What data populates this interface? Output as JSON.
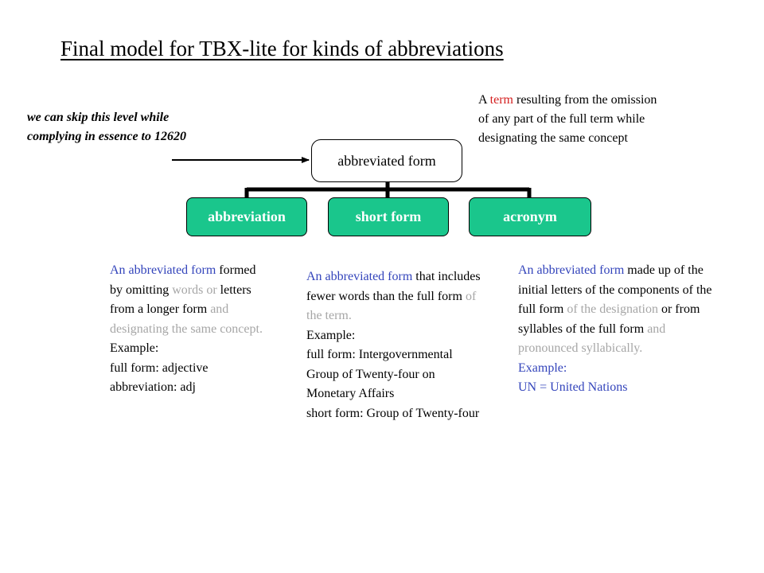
{
  "title": "Final model for TBX-lite for kinds of abbreviations",
  "side_note": "we can skip this level while complying in essence to 12620",
  "root_node": {
    "label": "abbreviated form"
  },
  "root_definition": {
    "before": "A ",
    "term": "term",
    "after": " resulting from the omission of any part of the full term while designating the same concept"
  },
  "child_nodes": [
    {
      "label": "abbreviation"
    },
    {
      "label": "short form"
    },
    {
      "label": "acronym"
    }
  ],
  "definitions": {
    "abbreviation": {
      "term": "An abbreviated form",
      "text_1": " formed by omitting ",
      "gray_1": "words or",
      "text_2": " letters from a longer form ",
      "gray_2": "and designating the same concept.",
      "example_label": "Example:",
      "example_line_1": "full form: adjective",
      "example_line_2": "abbreviation: adj"
    },
    "short_form": {
      "term": "An abbreviated form",
      "text_1": " that includes fewer words than the full form ",
      "gray_1": "of the term.",
      "example_label": "Example:",
      "example_line_1": "full form: Intergovernmental Group of Twenty-four on Monetary Affairs",
      "example_line_2": "short form: Group of Twenty-four"
    },
    "acronym": {
      "term": "An abbreviated form",
      "text_1": " made up of the initial letters of the components of the full form ",
      "gray_1": "of the designation",
      "text_2": " or from syllables of the full form ",
      "gray_2": "and pronounced syllabically.",
      "example_label": "Example:",
      "example_line_1": "UN = United Nations"
    }
  }
}
